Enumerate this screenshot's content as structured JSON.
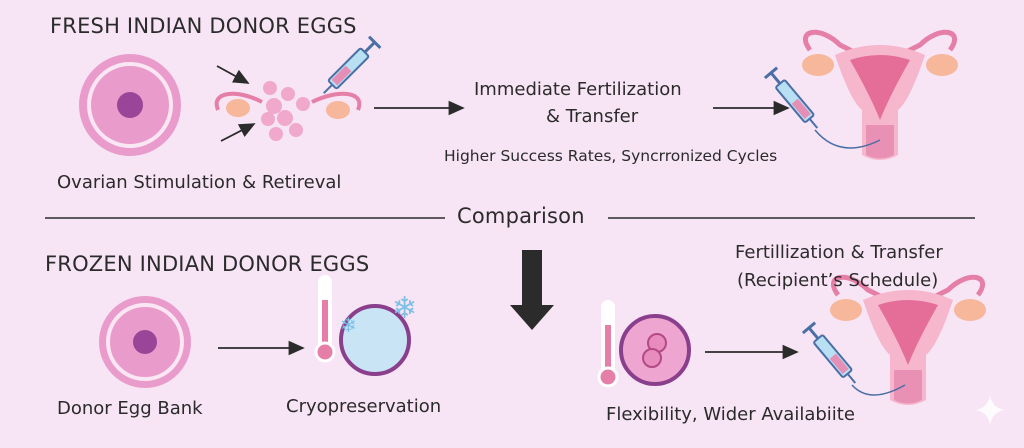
{
  "fresh": {
    "title": "FRESH INDIAN DONOR EGGS",
    "step1_caption": "Ovarian Stimulation & Retireval",
    "step2_line1": "Immediate Fertilization",
    "step2_line2": "& Transfer",
    "benefits": "Higher Success Rates, Syncrronized Cycles"
  },
  "divider_label": "Comparison",
  "frozen": {
    "title": "FROZEN INDIAN DONOR EGGS",
    "step1_caption": "Donor Egg Bank",
    "step2_caption": "Cryopreservation",
    "step3_line1": "Fertillization & Transfer",
    "step3_line2": "(Recipient’s Schedule)",
    "benefits": "Flexibility, Wider Availabiite"
  },
  "colors": {
    "background": "#f7e4f5",
    "egg": "#e99ccb",
    "nucleus": "#9a4597",
    "text": "#2b2b2b"
  }
}
